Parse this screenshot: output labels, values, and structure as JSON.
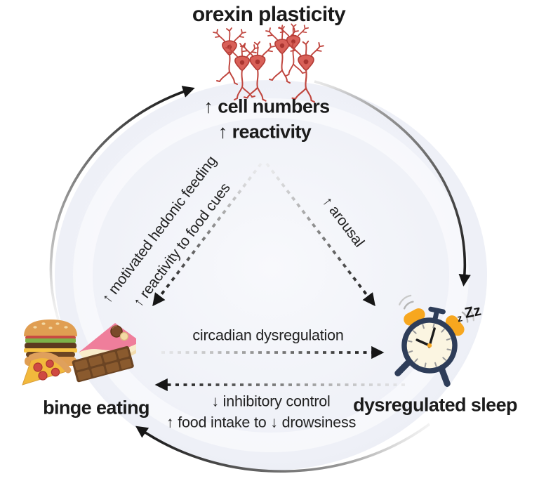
{
  "diagram": {
    "orexin": {
      "title": "orexin plasticity",
      "effect1": "↑ cell numbers",
      "effect2": "↑ reactivity"
    },
    "binge": {
      "label": "binge eating"
    },
    "sleep": {
      "label": "dysregulated sleep",
      "zzz_small": "z",
      "zzz_big": "Zz"
    },
    "edges": {
      "orexin_to_binge_line1": "↑ motivated hedonic feeding",
      "orexin_to_binge_line2": "↑ reactivity to food cues",
      "orexin_to_sleep": "↑ arousal",
      "binge_to_sleep": "circadian dysregulation",
      "sleep_to_binge_line1": "↓ inhibitory control",
      "sleep_to_binge_line2": "↑ food intake to ↓ drowsiness"
    },
    "colors": {
      "circle_fill": "#edf0f7",
      "arrow_dark": "#161616",
      "arrow_light": "#d9d9d9",
      "neuron_red": "#d25c54",
      "clock_navy": "#2e3d59",
      "bell_orange": "#f7a71f",
      "text": "#1b1b1b"
    }
  }
}
